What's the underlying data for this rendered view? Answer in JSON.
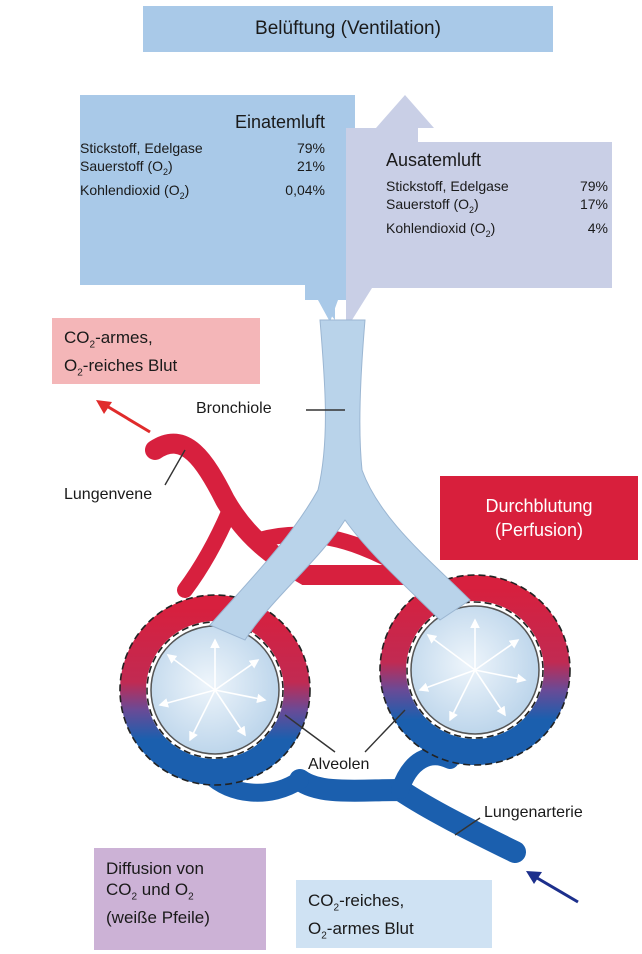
{
  "title": "Belüftung (Ventilation)",
  "inhale": {
    "title": "Einatemluft",
    "rows": [
      {
        "label": "Stickstoff, Edelgase",
        "value": "79%"
      },
      {
        "label": "Sauerstoff (O",
        "sub": "2",
        "close": ")",
        "value": "21%"
      },
      {
        "label": "Kohlendioxid (O",
        "sub": "2",
        "close": ")",
        "value": "0,04%"
      }
    ]
  },
  "exhale": {
    "title": "Ausatemluft",
    "rows": [
      {
        "label": "Stickstoff, Edelgase",
        "value": "79%"
      },
      {
        "label": "Sauerstoff (O",
        "sub": "2",
        "close": ")",
        "value": "17%"
      },
      {
        "label": "Kohlendioxid (O",
        "sub": "2",
        "close": ")",
        "value": "4%"
      }
    ]
  },
  "blood_out": {
    "l1a": "CO",
    "l1sub": "2",
    "l1b": "-armes,",
    "l2a": "O",
    "l2sub": "2",
    "l2b": "-reiches Blut"
  },
  "blood_in": {
    "l1a": "CO",
    "l1sub": "2",
    "l1b": "-reiches,",
    "l2a": "O",
    "l2sub": "2",
    "l2b": "-armes Blut"
  },
  "perfusion": {
    "line1": "Durchblutung",
    "line2": "(Perfusion)"
  },
  "diffusion": {
    "line1": "Diffusion von",
    "l2a": "CO",
    "l2sub": "2",
    "l2b": " und O",
    "l2sub2": "2",
    "line3": "(weiße Pfeile)"
  },
  "labels": {
    "bronchiole": "Bronchiole",
    "lungenvene": "Lungenvene",
    "alveolen": "Alveolen",
    "lungenarterie": "Lungenarterie"
  },
  "colors": {
    "air": "#a9c9e8",
    "exhale": "#c9cfe6",
    "vein": "#d7203e",
    "artery": "#1b5fae",
    "blood_out_box": "#f4b6b8",
    "perfusion_box": "#d81f3c",
    "diffusion_box": "#ccb2d6",
    "blood_in_box": "#cfe2f3",
    "arrow_red": "#e02b2b",
    "arrow_blue": "#1c2f8c"
  }
}
